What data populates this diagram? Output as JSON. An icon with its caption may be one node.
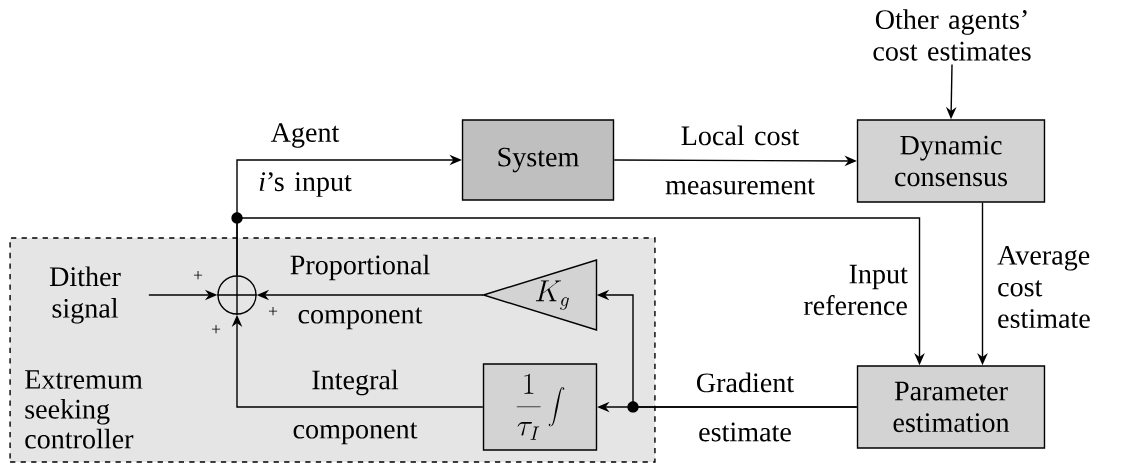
{
  "diagram": {
    "nodes": [
      {
        "text": [
          "Extremum seeking controller"
        ]
      },
      {
        "text": [
          "System"
        ]
      },
      {
        "text": [
          "Dynamic consensus"
        ]
      },
      {
        "text": [
          "Parameter estimation"
        ]
      },
      {
        "text": [
          "Dither signal"
        ],
        "in": 0
      },
      {
        "text": [],
        "shape": "circle",
        "in": 0
      },
      {
        "text": [
          "K_g"
        ],
        "in": 0
      },
      {
        "text": [
          "\\frac{1}{\\tau_I}\\int"
        ],
        "in": 0
      },
      {
        "text": [
          "Other agents’ cost estimates"
        ]
      }
    ],
    "edges": [
      {
        "from": 4,
        "to": 5,
        "arrow": "to"
      },
      {
        "from": 6,
        "to": 5,
        "arrow": "to",
        "label": "Proportional component"
      },
      {
        "from": 7,
        "to": 5,
        "arrow": "to",
        "label": "Integral component"
      },
      {
        "from": 5,
        "to": 1,
        "arrow": "to",
        "label": "Agent *i*’s input"
      },
      {
        "from": 1,
        "to": 2,
        "arrow": "to",
        "label": "Local cost measurement"
      },
      {
        "from": 8,
        "to": 2,
        "arrow": "to"
      },
      {
        "from": 2,
        "to": 3,
        "arrow": "to",
        "label": "Average cost estimate"
      },
      {
        "from": 5,
        "to": 3,
        "arrow": "to",
        "label": "Input reference"
      },
      {
        "from": 3,
        "to": 7,
        "arrow": "to",
        "label": "Gradient estimate"
      },
      {
        "from": 3,
        "to": 6,
        "arrow": "to"
      }
    ],
    "labels": [
      "+",
      "+",
      "+"
    ]
  }
}
